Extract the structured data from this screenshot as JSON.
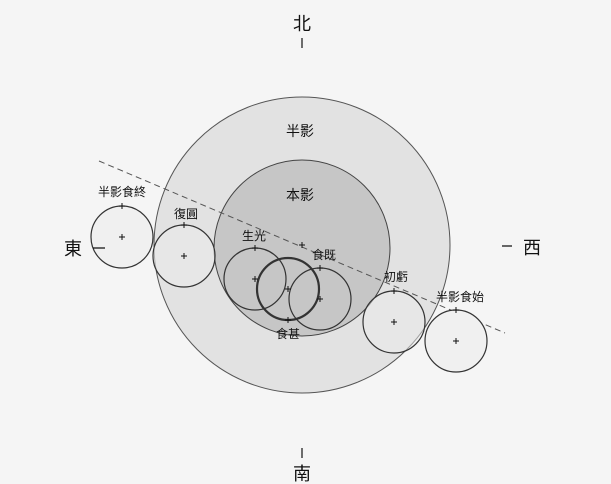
{
  "directions": {
    "north": "北",
    "south": "南",
    "east": "東",
    "west": "西"
  },
  "regions": {
    "penumbra": "半影",
    "umbra": "本影"
  },
  "phases": {
    "penumbral_end": "半影食終",
    "last_contact": "復圓",
    "third_contact": "生光",
    "maximum": "食甚",
    "second_contact": "食既",
    "first_contact": "初虧",
    "penumbral_begin": "半影食始"
  },
  "colors": {
    "penumbra": "#e2e2e2",
    "umbra": "#c6c6c6",
    "background": "#f5f5f5"
  }
}
